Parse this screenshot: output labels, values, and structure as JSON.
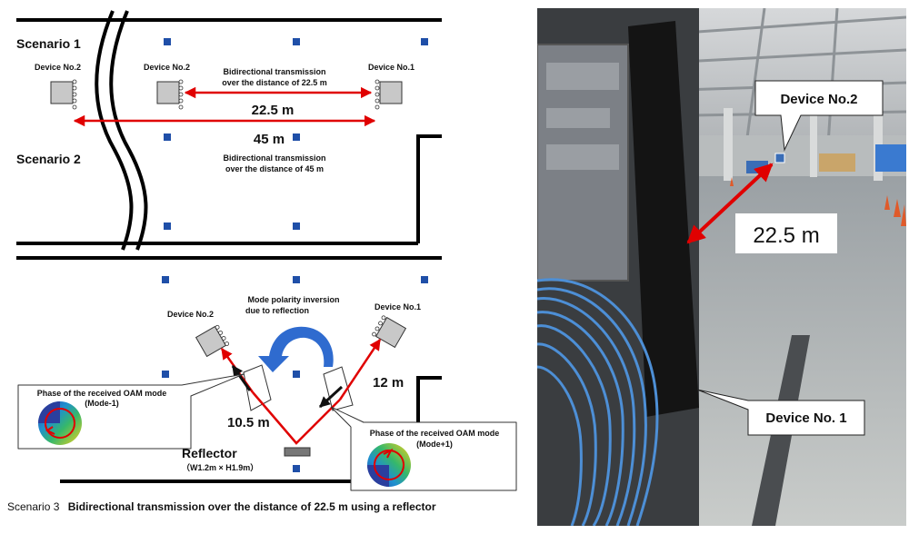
{
  "scenario1": {
    "title": "Scenario 1",
    "left_device": "Device No.2",
    "mid_device": "Device No.2",
    "right_device": "Device No.1",
    "note_line1": "Bidirectional transmission",
    "note_line2": "over the distance of 22.5 m",
    "distance": "22.5 m"
  },
  "scenario2": {
    "title": "Scenario 2",
    "distance": "45 m",
    "note_line1": "Bidirectional transmission",
    "note_line2": "over the distance of 45 m"
  },
  "scenario3": {
    "polarity_line1": "Mode polarity inversion",
    "polarity_line2": "due to reflection",
    "device_left": "Device No.2",
    "device_right": "Device No.1",
    "dist_right": "12 m",
    "dist_left": "10.5 m",
    "reflector_label": "Reflector",
    "reflector_size": "（W1.2m × H1.9m）",
    "callout_left_line1": "Phase of the received OAM mode",
    "callout_left_line2": "(Mode-1)",
    "callout_right_line1": "Phase of the received OAM mode",
    "callout_right_line2": "(Mode+1)",
    "caption_prefix": "Scenario 3",
    "caption_text": "Bidirectional transmission over the distance of 22.5 m using a reflector"
  },
  "photo": {
    "device2_label": "Device No.2",
    "distance": "22.5 m",
    "device1_label": "Device No. 1"
  },
  "colors": {
    "arrow_red": "#e00000",
    "marker_blue": "#1f4fa8",
    "curve_arrow_blue": "#2f6bcf",
    "device_gray": "#c8c8c8"
  }
}
